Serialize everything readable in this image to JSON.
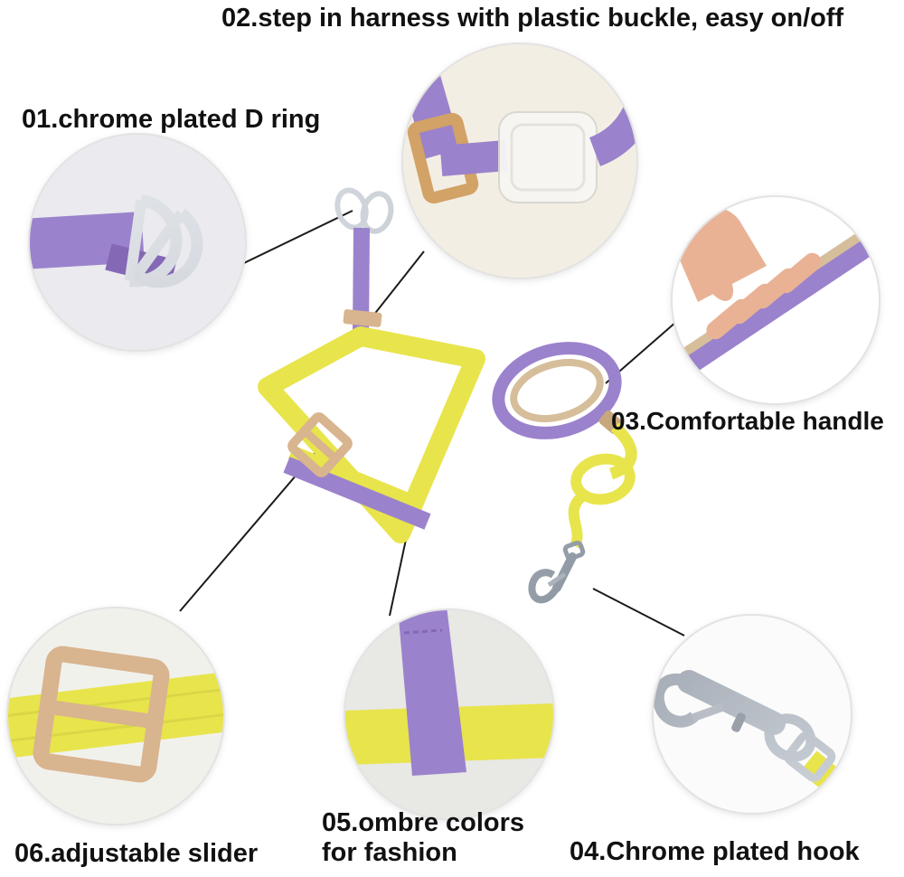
{
  "annotations": {
    "buckle": "02.step in harness with plastic buckle, easy on/off",
    "d_ring": "01.chrome plated D ring",
    "handle": "03.Comfortable handle",
    "hook": "04.Chrome plated hook",
    "ombre": "05.ombre colors\nfor fashion",
    "slider": "06.adjustable slider"
  },
  "colors": {
    "purple": "#9b82cc",
    "purple_dark": "#8468b5",
    "yellow": "#e8e44c",
    "beige": "#d8b48f",
    "tan": "#d6be9b",
    "gold": "#d2a266",
    "skin": "#e9b295",
    "chrome_mid": "#aab2bc",
    "text": "#111111",
    "callout_line": "#1c1c1c"
  }
}
